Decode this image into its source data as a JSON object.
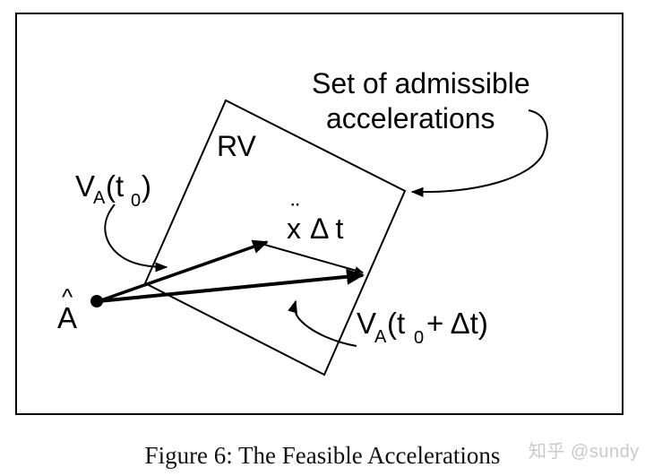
{
  "labels": {
    "set_line1": "Set of admissible",
    "set_line2": "accelerations",
    "rv": "RV",
    "va_v": "V",
    "va_sub": "A",
    "va_paren_open": "(t",
    "va_t_sub": "0",
    "va_paren_close": ")",
    "xdd_x": "x",
    "xdd_dots": "¨",
    "xdd_delta_t": "Δ t",
    "vat_v": "V",
    "vat_sub": "A",
    "vat_open": "(t",
    "vat_sub0": "0",
    "vat_rest": "+ Δt)",
    "a_letter": "A",
    "a_hat": "^"
  },
  "caption": "Figure 6: The Feasible Accelerations",
  "watermark": "知乎 @sundy",
  "colors": {
    "ink": "#000000",
    "caption": "#111111",
    "watermark": "#c9c9c9"
  }
}
